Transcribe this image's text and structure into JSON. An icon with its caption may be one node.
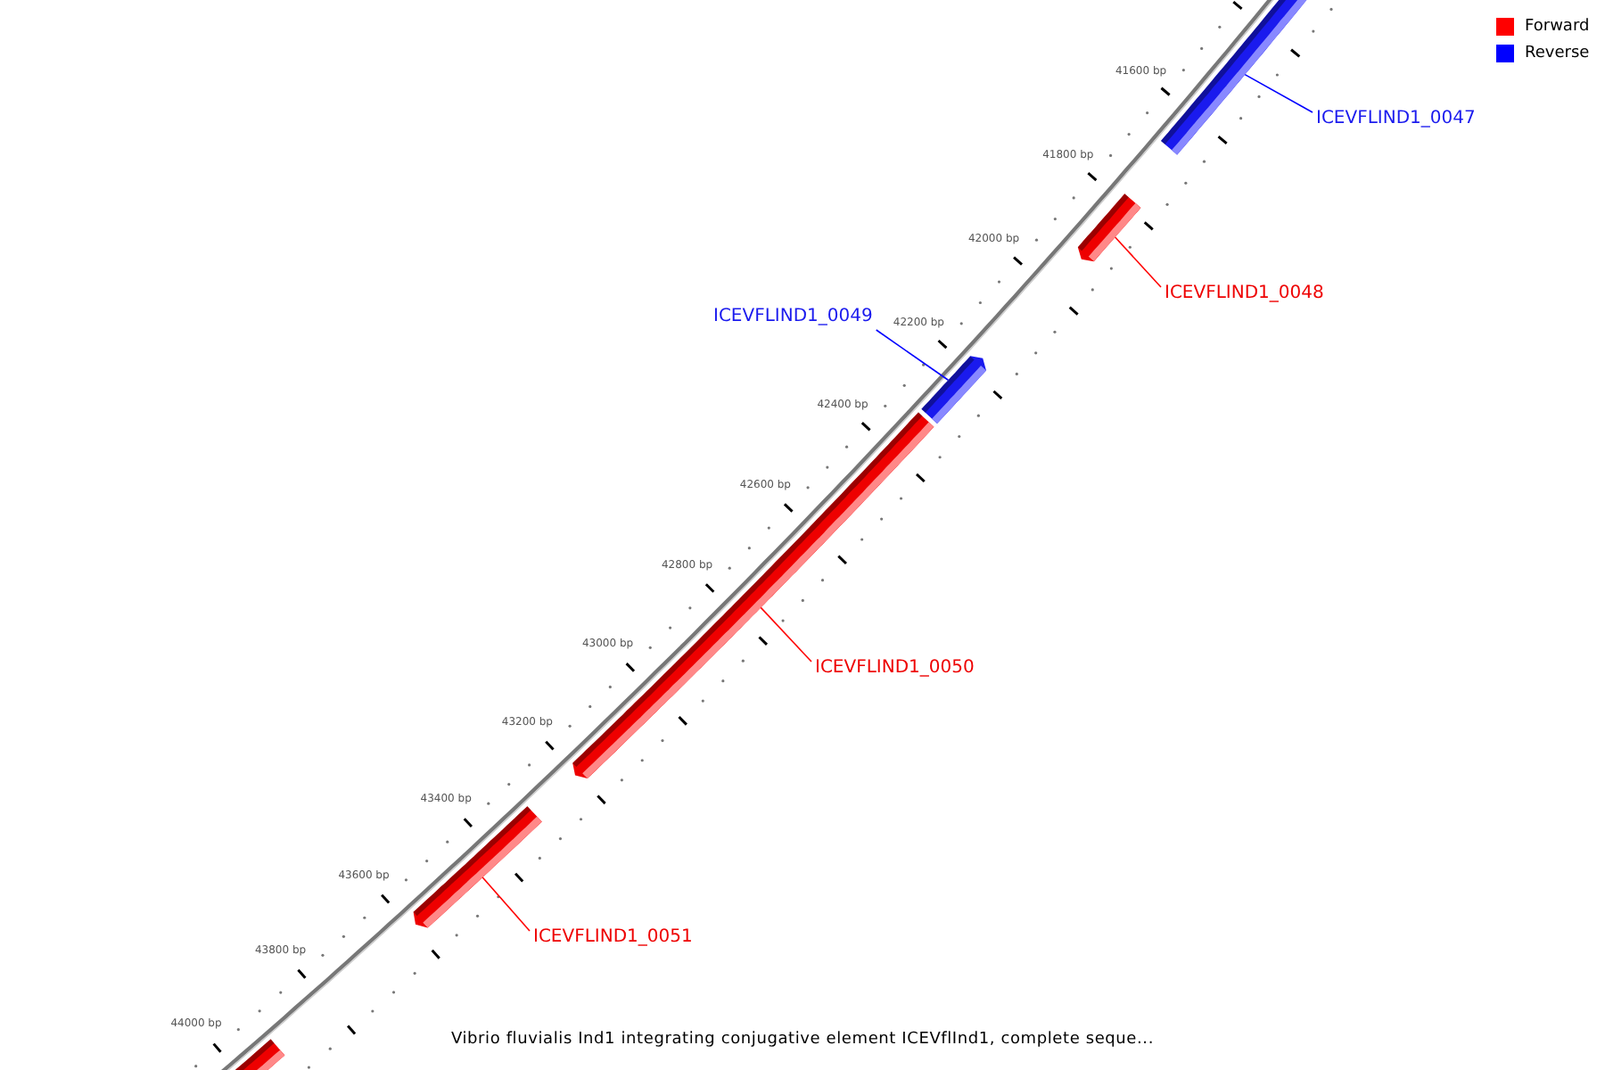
{
  "diagram": {
    "caption": "Vibrio fluvialis Ind1 integrating conjugative element ICEVflInd1, complete seque...",
    "nodes": [
      {
        "text": [],
        "shape": "bar"
      },
      {
        "text": [
          "ICEVFLIND1_0047"
        ]
      },
      {
        "text": [],
        "shape": "bar"
      },
      {
        "text": [
          "ICEVFLIND1_0048"
        ]
      },
      {
        "text": [
          "ICEVFLIND1_0049"
        ]
      },
      {
        "text": [],
        "shape": "bar"
      },
      {
        "text": [],
        "shape": "bar"
      },
      {
        "text": [
          "ICEVFLIND1_0050"
        ]
      },
      {
        "text": [],
        "shape": "bar"
      },
      {
        "text": [
          "ICEVFLIND1_0051"
        ]
      },
      {
        "text": [],
        "shape": "bar"
      }
    ],
    "edges": [
      {
        "from": 1,
        "to": 0,
        "arrow": "none",
        "color": "#0000ff"
      },
      {
        "from": 3,
        "to": 2,
        "arrow": "none",
        "color": "#ff0000"
      },
      {
        "from": 4,
        "to": 5,
        "arrow": "none",
        "color": "#0000ff"
      },
      {
        "from": 7,
        "to": 6,
        "arrow": "none",
        "color": "#ff0000"
      },
      {
        "from": 9,
        "to": 8,
        "arrow": "none",
        "color": "#ff0000"
      }
    ],
    "labels": [
      "41600 bp",
      "41800 bp",
      "42000 bp",
      "42200 bp",
      "42400 bp",
      "42600 bp",
      "42800 bp",
      "43000 bp",
      "43200 bp",
      "43400 bp",
      "43600 bp",
      "43800 bp",
      "44000 bp"
    ],
    "legend": [
      {
        "text": "Forward",
        "color": "#ff0000"
      },
      {
        "text": "Reverse",
        "color": "#0000ff"
      }
    ]
  }
}
